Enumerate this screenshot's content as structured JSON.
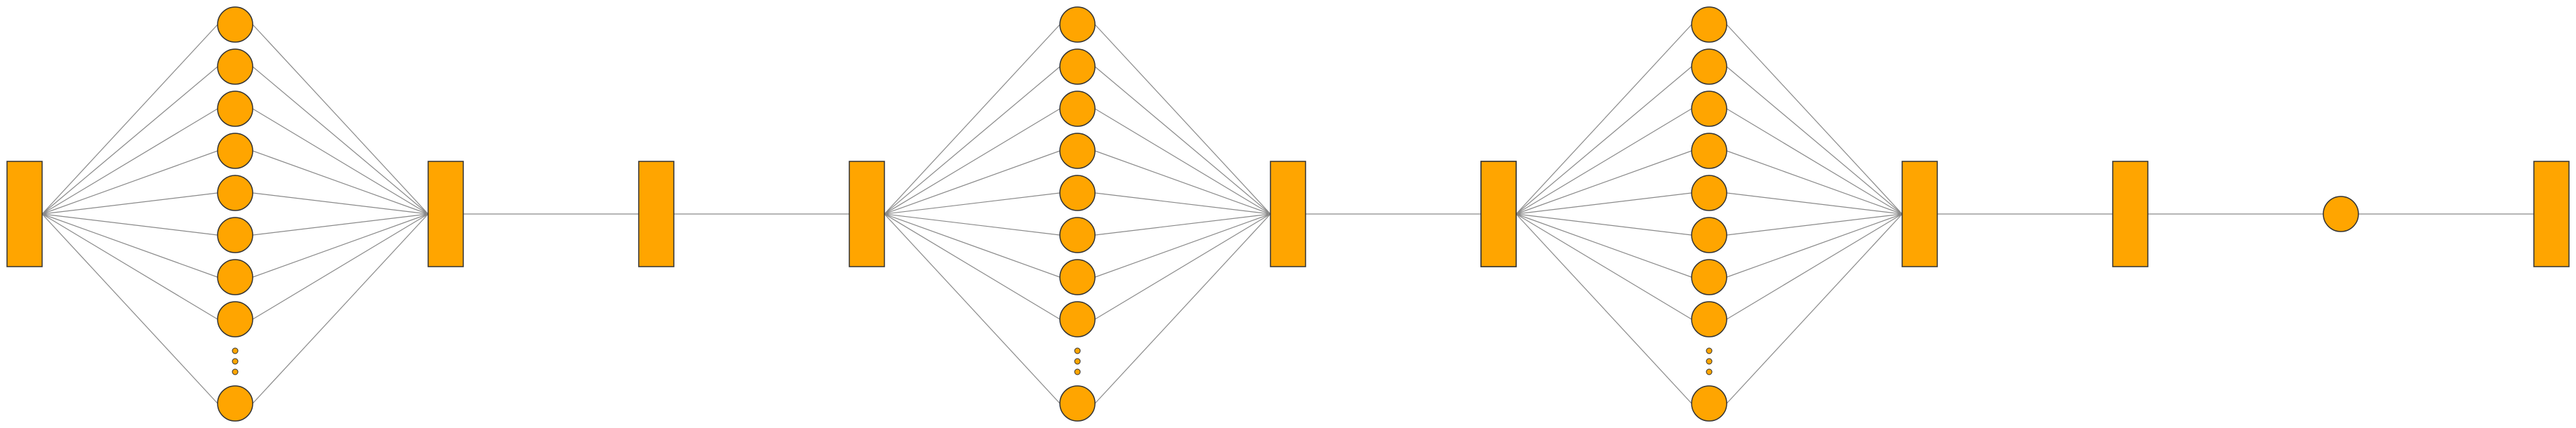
{
  "diagram": {
    "colors": {
      "node_fill": "#FFA500",
      "node_stroke": "#333333",
      "edge": "#8a8a8a",
      "background": "#ffffff"
    },
    "blocks": [
      {
        "type": "rect"
      },
      {
        "type": "neuron-column",
        "visible_neurons": 9,
        "has_ellipsis": true
      },
      {
        "type": "rect"
      },
      {
        "type": "rect"
      },
      {
        "type": "rect"
      },
      {
        "type": "neuron-column",
        "visible_neurons": 9,
        "has_ellipsis": true
      },
      {
        "type": "rect"
      },
      {
        "type": "rect"
      },
      {
        "type": "rect"
      },
      {
        "type": "neuron-column",
        "visible_neurons": 9,
        "has_ellipsis": true
      },
      {
        "type": "rect"
      },
      {
        "type": "rect"
      },
      {
        "type": "circle"
      },
      {
        "type": "rect"
      }
    ]
  }
}
